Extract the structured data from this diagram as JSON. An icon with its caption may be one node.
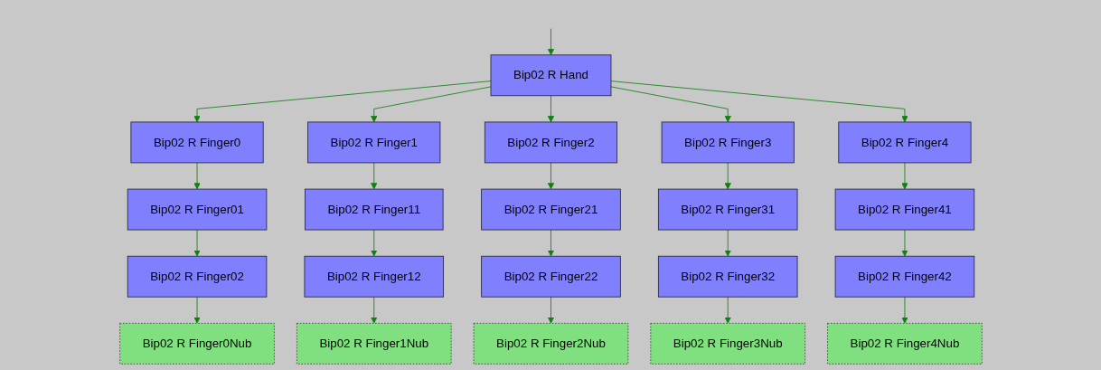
{
  "diagram": {
    "nodes": [
      {
        "text": [
          "Bip02 R Hand"
        ]
      },
      {
        "text": [
          "Bip02 R Finger0"
        ]
      },
      {
        "text": [
          "Bip02 R Finger1"
        ]
      },
      {
        "text": [
          "Bip02 R Finger2"
        ]
      },
      {
        "text": [
          "Bip02 R Finger3"
        ]
      },
      {
        "text": [
          "Bip02 R Finger4"
        ]
      },
      {
        "text": [
          "Bip02 R Finger01"
        ]
      },
      {
        "text": [
          "Bip02 R Finger11"
        ]
      },
      {
        "text": [
          "Bip02 R Finger21"
        ]
      },
      {
        "text": [
          "Bip02 R Finger31"
        ]
      },
      {
        "text": [
          "Bip02 R Finger41"
        ]
      },
      {
        "text": [
          "Bip02 R Finger02"
        ]
      },
      {
        "text": [
          "Bip02 R Finger12"
        ]
      },
      {
        "text": [
          "Bip02 R Finger22"
        ]
      },
      {
        "text": [
          "Bip02 R Finger32"
        ]
      },
      {
        "text": [
          "Bip02 R Finger42"
        ]
      },
      {
        "text": [
          "Bip02 R Finger0Nub"
        ]
      },
      {
        "text": [
          "Bip02 R Finger1Nub"
        ]
      },
      {
        "text": [
          "Bip02 R Finger2Nub"
        ]
      },
      {
        "text": [
          "Bip02 R Finger3Nub"
        ]
      },
      {
        "text": [
          "Bip02 R Finger4Nub"
        ]
      }
    ],
    "edges": [
      {
        "from": null,
        "to": 0,
        "arrow": "to"
      },
      {
        "from": 0,
        "to": 1,
        "arrow": "to"
      },
      {
        "from": 0,
        "to": 2,
        "arrow": "to"
      },
      {
        "from": 0,
        "to": 3,
        "arrow": "to"
      },
      {
        "from": 0,
        "to": 4,
        "arrow": "to"
      },
      {
        "from": 0,
        "to": 5,
        "arrow": "to"
      },
      {
        "from": 1,
        "to": 6,
        "arrow": "to"
      },
      {
        "from": 6,
        "to": 11,
        "arrow": "to"
      },
      {
        "from": 11,
        "to": 16,
        "arrow": "to"
      },
      {
        "from": 2,
        "to": 7,
        "arrow": "to"
      },
      {
        "from": 7,
        "to": 12,
        "arrow": "to"
      },
      {
        "from": 12,
        "to": 17,
        "arrow": "to"
      },
      {
        "from": 3,
        "to": 8,
        "arrow": "to"
      },
      {
        "from": 8,
        "to": 13,
        "arrow": "to"
      },
      {
        "from": 13,
        "to": 18,
        "arrow": "to"
      },
      {
        "from": 4,
        "to": 9,
        "arrow": "to"
      },
      {
        "from": 9,
        "to": 14,
        "arrow": "to"
      },
      {
        "from": 14,
        "to": 19,
        "arrow": "to"
      },
      {
        "from": 5,
        "to": 10,
        "arrow": "to"
      },
      {
        "from": 10,
        "to": 15,
        "arrow": "to"
      },
      {
        "from": 15,
        "to": 20,
        "arrow": "to"
      }
    ]
  }
}
